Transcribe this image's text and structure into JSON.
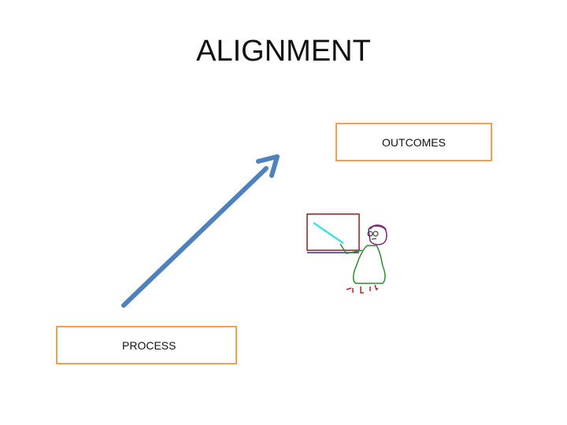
{
  "title": "ALIGNMENT",
  "outcomes_label": "OUTCOMES",
  "process_label": "PROCESS",
  "colors": {
    "arrow": "#4f81bd",
    "box_border": "#f0a050",
    "board": "#8b2020",
    "pointer": "#40e0e0",
    "figure": "#2e8b2e",
    "feet": "#c02020"
  }
}
